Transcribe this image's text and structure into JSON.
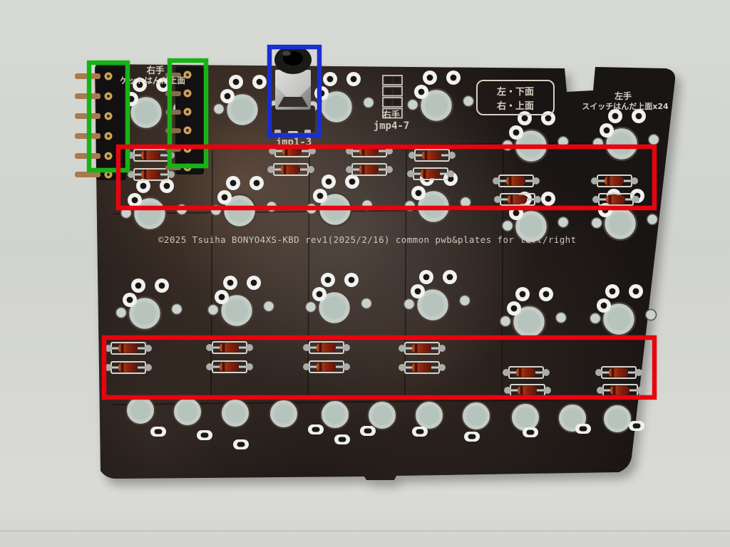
{
  "photo": {
    "description": "Back side of a dark keyboard PCB on a light grey desk, with colored annotation boxes",
    "board_name": "BONYO4XS-KBD"
  },
  "silkscreen": {
    "header_label_line1": "右手",
    "header_label_line2": "ケットはんだ上面",
    "jack_jumper_label": "jmp1-3",
    "mid_jumper_label_line1": "右手",
    "mid_jumper_label_line2": "jmp4-7",
    "orientation_line1": "左・下面",
    "orientation_line2": "右・上面",
    "switch_label_line1": "左手",
    "switch_label_line2": "スイッチはんだ上面x24",
    "copyright": "©2025 Tsuiha BONYO4XS-KBD rev1(2025/2/16) common pwb&plates for left/right"
  },
  "annotations": {
    "red": "#e8040f",
    "green": "#16b316",
    "blue": "#1b2ed2",
    "red_top_box_name": "top diode row",
    "red_bottom_box_name": "bottom diode row",
    "green_boxes_name": "socket pin headers",
    "blue_box_name": "TRRS jack"
  },
  "colors": {
    "board_dark": "#191514",
    "desk": "#d4d6d2",
    "silkscreen_white": "#d6d0c4",
    "diode_body": "#8a2410",
    "gold_pin": "#caa25c"
  }
}
